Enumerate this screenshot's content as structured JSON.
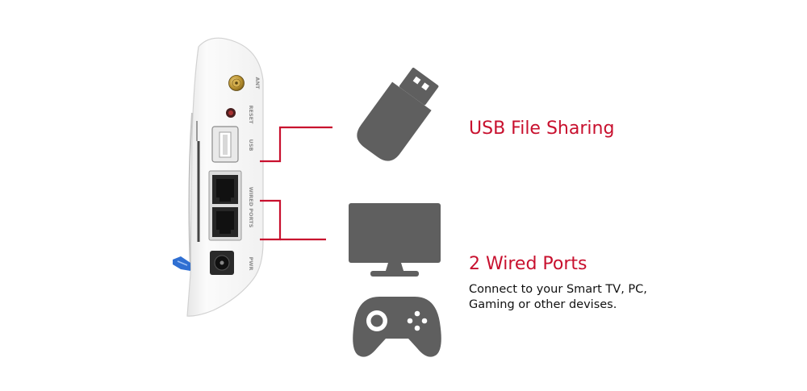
{
  "colors": {
    "accent": "#c8102e",
    "icon_gray": "#5f5f5f",
    "device_white": "#f7f7f7",
    "device_edge": "#d4d4d4"
  },
  "device": {
    "port_labels": {
      "antenna": "ANT",
      "reset": "RESET",
      "usb": "USB",
      "wired": "WIRED PORTS",
      "power": "PWR"
    }
  },
  "icons": {
    "usb": "usb-flash-drive-icon",
    "monitor": "monitor-icon",
    "gamepad": "gamepad-icon"
  },
  "features": {
    "usb": {
      "title": "USB File Sharing"
    },
    "wired": {
      "title": "2 Wired Ports",
      "description_line1": "Connect to your Smart TV, PC,",
      "description_line2": "Gaming or other devises."
    }
  }
}
